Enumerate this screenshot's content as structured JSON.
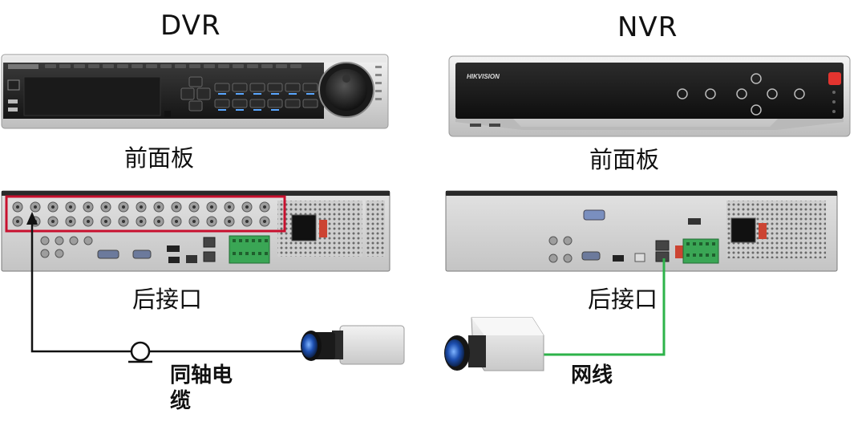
{
  "dvr": {
    "title": "DVR",
    "front_label": "前面板",
    "rear_label": "后接口",
    "cable_label_line1": "同轴电",
    "cable_label_line2": "缆",
    "cable_color": "#111111"
  },
  "nvr": {
    "title": "NVR",
    "brand": "HIKVISION",
    "front_label": "前面板",
    "rear_label": "后接口",
    "cable_label": "网线",
    "cable_color": "#2db34a",
    "power_button_color": "#e3342f"
  },
  "highlight_color": "#c8102e"
}
